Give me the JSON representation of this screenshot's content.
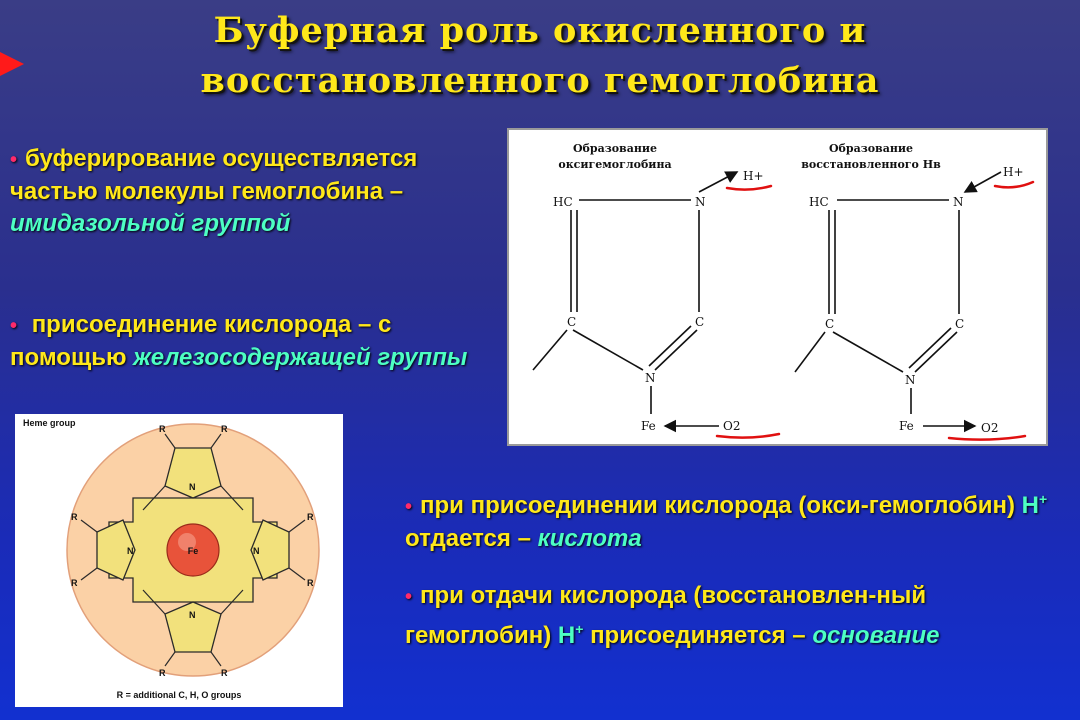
{
  "slide": {
    "title_line1": "Буферная роль окисленного и",
    "title_line2": "восстановленного гемоглобина"
  },
  "bullets": {
    "b1_text": "буферирование осуществляется частью молекулы гемоглобина –",
    "b1_highlight": "имидазольной группой",
    "b2_text": "присоединение кислорода – с помощью",
    "b2_highlight": "железосодержащей группы",
    "b3_text": "при присоединении кислорода (окси-гемоглобин)",
    "b3_h": "H",
    "b3_plus": "+",
    "b3_mid": "отдается –",
    "b3_highlight": "кислота",
    "b4_text": "при отдачи  кислорода (восстановлен-ный гемоглобин)",
    "b4_h": "H",
    "b4_plus": "+",
    "b4_mid": "присоединяется –",
    "b4_highlight": "основание"
  },
  "imidazole_diagram": {
    "left_caption_1": "Образование",
    "left_caption_2": "оксигемоглобина",
    "right_caption_1": "Образование",
    "right_caption_2": "восстановленного Нв",
    "hplus": "H+",
    "hc": "HC",
    "n": "N",
    "c": "C",
    "fe": "Fe",
    "o2": "O2"
  },
  "heme_figure": {
    "title": "Heme group",
    "center_label": "Fe",
    "n_label": "N",
    "r_label": "R",
    "caption": "R = additional C, H, O groups"
  },
  "colors": {
    "title": "#ffe81a",
    "highlight": "#4dffc3",
    "bullet_dot": "#ff2a6a",
    "red_mark": "#e01010"
  }
}
